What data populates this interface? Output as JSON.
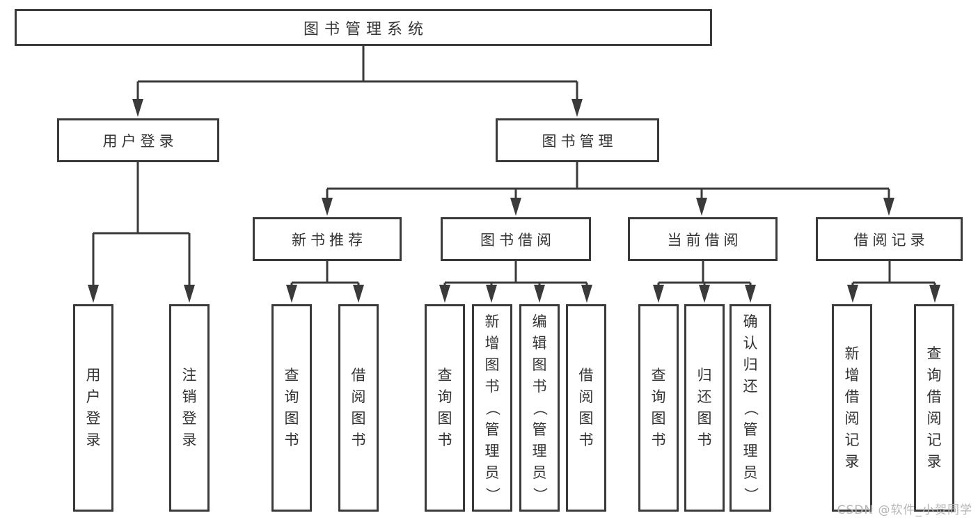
{
  "colors": {
    "background": "#ffffff",
    "line": "#3a3a3a",
    "box_border": "#3a3a3a",
    "text": "#333333",
    "watermark": "#b5b5b5"
  },
  "tree": {
    "label": "图书管理系统",
    "children": [
      {
        "label": "用户登录",
        "children": [
          {
            "label": "用户登录"
          },
          {
            "label": "注销登录"
          }
        ]
      },
      {
        "label": "图书管理",
        "children": [
          {
            "label": "新书推荐",
            "children": [
              {
                "label": "查询图书"
              },
              {
                "label": "借阅图书"
              }
            ]
          },
          {
            "label": "图书借阅",
            "children": [
              {
                "label": "查询图书"
              },
              {
                "label": "新增图书（管理员）"
              },
              {
                "label": "编辑图书（管理员）"
              },
              {
                "label": "借阅图书"
              }
            ]
          },
          {
            "label": "当前借阅",
            "children": [
              {
                "label": "查询图书"
              },
              {
                "label": "归还图书"
              },
              {
                "label": "确认归还（管理员）"
              }
            ]
          },
          {
            "label": "借阅记录",
            "children": [
              {
                "label": "新增借阅记录"
              },
              {
                "label": "查询借阅记录"
              }
            ]
          }
        ]
      }
    ]
  },
  "watermark": {
    "text": "CSDN @软件_小贺同学"
  }
}
